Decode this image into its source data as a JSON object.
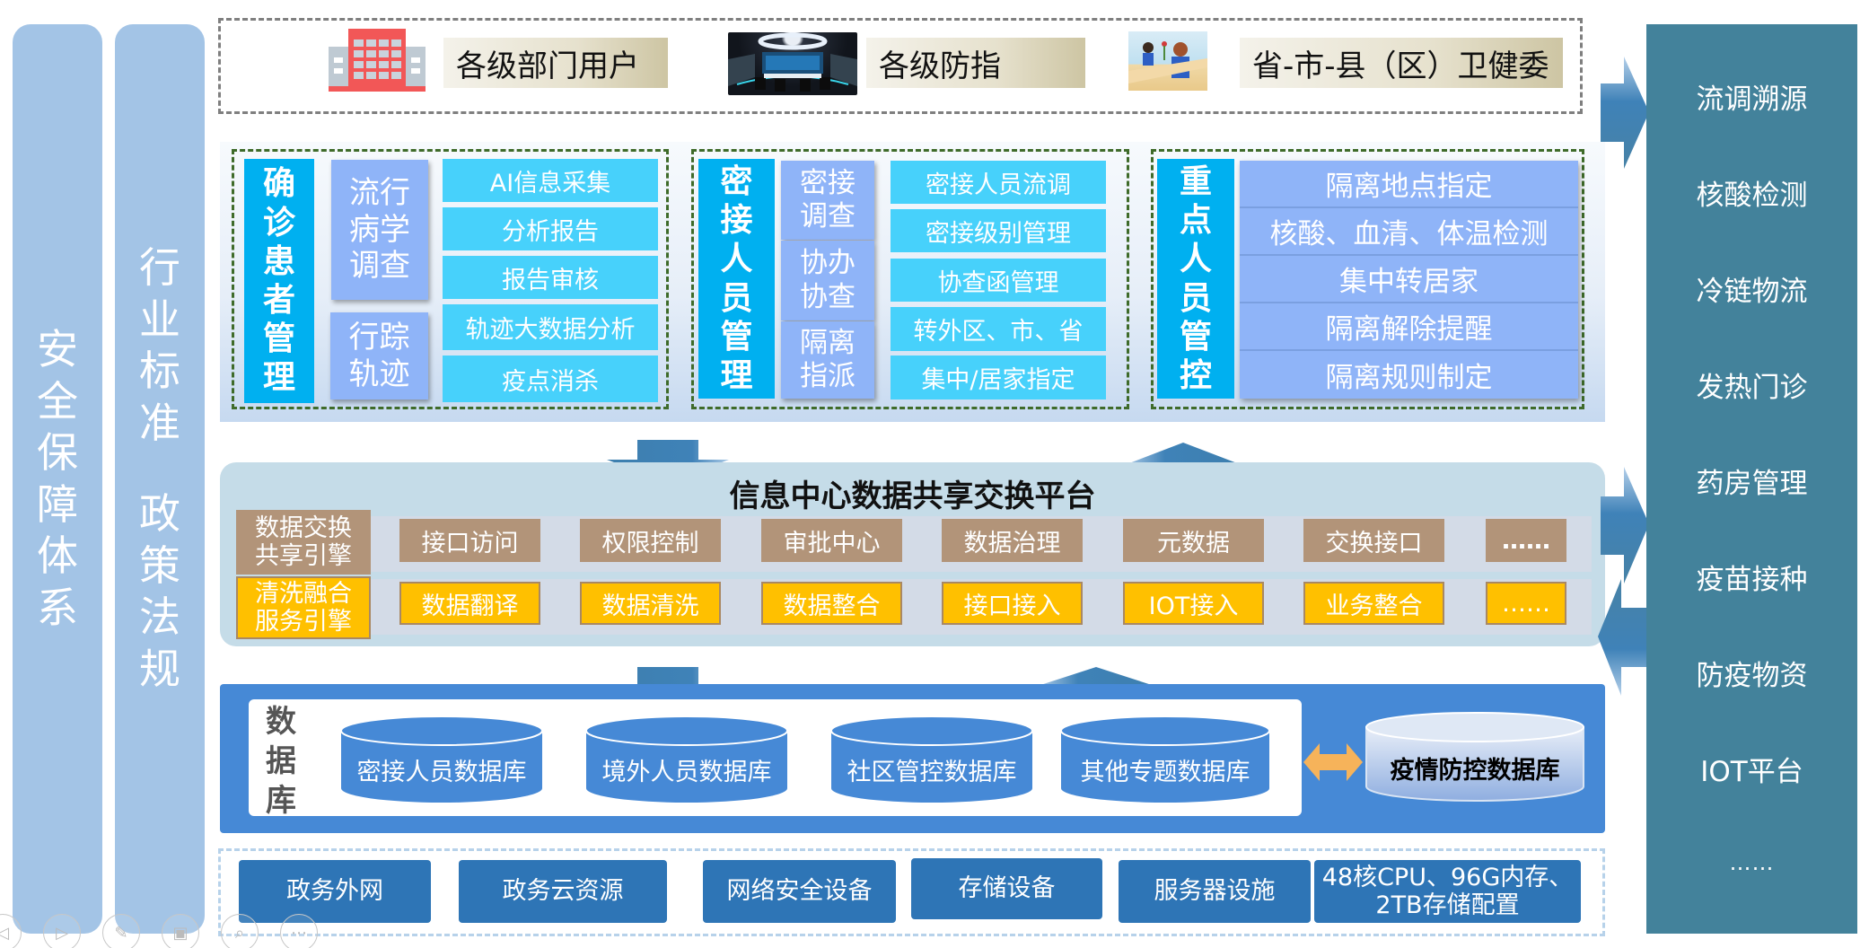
{
  "left_pillars": {
    "security": [
      "安",
      "全",
      "保",
      "障",
      "体",
      "系"
    ],
    "standards_top": [
      "行",
      "业",
      "标",
      "准"
    ],
    "standards_bottom": [
      "政",
      "策",
      "法",
      "规"
    ]
  },
  "users": [
    {
      "label": "各级部门用户",
      "icon": "building-icon"
    },
    {
      "label": "各级防指",
      "icon": "command-center-icon"
    },
    {
      "label": "省-市-县（区）卫健委",
      "icon": "health-staff-icon"
    }
  ],
  "modules": {
    "confirmed": {
      "title": [
        "确",
        "诊",
        "患",
        "者",
        "管",
        "理"
      ],
      "sub_blocks": [
        [
          "流行",
          "病学",
          "调查"
        ],
        [
          "行踪",
          "轨迹"
        ]
      ],
      "functions": [
        "AI信息采集",
        "分析报告",
        "报告审核",
        "轨迹大数据分析",
        "疫点消杀"
      ]
    },
    "contacts": {
      "title": [
        "密",
        "接",
        "人",
        "员",
        "管",
        "理"
      ],
      "sub_blocks": [
        [
          "密接",
          "调查"
        ],
        [
          "协办",
          "协查"
        ],
        [
          "隔离",
          "指派"
        ]
      ],
      "functions": [
        "密接人员流调",
        "密接级别管理",
        "协查函管理",
        "转外区、市、省",
        "集中/居家指定"
      ]
    },
    "key_persons": {
      "title": [
        "重",
        "点",
        "人",
        "员",
        "管",
        "控"
      ],
      "functions": [
        "隔离地点指定",
        "核酸、血清、体温检测",
        "集中转居家",
        "隔离解除提醒",
        "隔离规则制定"
      ]
    }
  },
  "platform": {
    "title": "信息中心数据共享交换平台",
    "exchange_engine": {
      "label": [
        "数据交换",
        "共享引擎"
      ],
      "items": [
        "接口访问",
        "权限控制",
        "审批中心",
        "数据治理",
        "元数据",
        "交换接口",
        "……"
      ]
    },
    "cleansing_engine": {
      "label": [
        "清洗融合",
        "服务引擎"
      ],
      "items": [
        "数据翻译",
        "数据清洗",
        "数据整合",
        "接口接入",
        "IOT接入",
        "业务整合",
        "……"
      ]
    }
  },
  "databases": {
    "label": [
      "数",
      "据",
      "库"
    ],
    "items": [
      "密接人员数据库",
      "境外人员数据库",
      "社区管控数据库",
      "其他专题数据库"
    ],
    "main": "疫情防控数据库"
  },
  "infrastructure": [
    "政务外网",
    "政务云资源",
    "网络安全设备",
    "存储设备",
    "服务器设施",
    [
      "48核CPU、96G内存、",
      "2TB存储配置"
    ]
  ],
  "right_column": [
    "流调溯源",
    "核酸检测",
    "冷链物流",
    "发热门诊",
    "药房管理",
    "疫苗接种",
    "防疫物资",
    "IOT平台",
    "……"
  ],
  "toolbar": [
    {
      "name": "prev-slide",
      "glyph": "◁"
    },
    {
      "name": "next-slide",
      "glyph": "▷"
    },
    {
      "name": "pen",
      "glyph": "✎"
    },
    {
      "name": "slides",
      "glyph": "▣"
    },
    {
      "name": "zoom",
      "glyph": "⌕"
    },
    {
      "name": "more",
      "glyph": "⋯"
    }
  ],
  "colors": {
    "pillar": "#a3c4e6",
    "module_title": "#00b0f0",
    "sub_block": "#8fb4f8",
    "function": "#47d1fb",
    "chip_brown": "#b29479",
    "chip_gold": "#ffc000",
    "db_panel": "#4689d6",
    "infra": "#2e75b6",
    "right_column": "#43829b"
  }
}
